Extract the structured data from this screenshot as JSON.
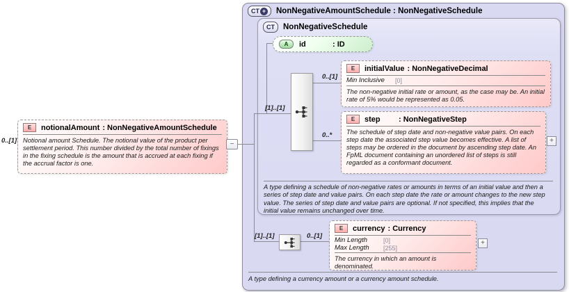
{
  "diagram": {
    "notional": {
      "cardinality": "0..[1]",
      "icon": "E",
      "name": "notionalAmount",
      "type": ": NonNegativeAmountSchedule",
      "annotation": "Notional amount Schedule. The notional value of the product per settlement period. This number divided by the total number of fixings in the fixing schedule is the amount that is accrued at each fixing if the accrual factor is one.",
      "collapse_glyph": "−"
    },
    "outer_box": {
      "icon": "CT",
      "plus_glyph": "+",
      "title": "NonNegativeAmountSchedule : NonNegativeSchedule",
      "annotation": "A type defining a currency amount or a currency amount schedule."
    },
    "inner_box": {
      "icon": "CT",
      "title": "NonNegativeSchedule",
      "annotation": "A type defining a schedule of non-negative rates or amounts in terms of an initial value and then a series of step date and value pairs. On each step date the rate or amount changes to the new step value. The series of step date and value pairs are optional. If not specified, this implies that the initial value remains unchanged over time."
    },
    "attribute_id": {
      "icon": "A",
      "name": "id",
      "type": ": ID"
    },
    "sequence_top_cardinality": "[1]..[1]",
    "sequence_bottom_cardinality": "[1]..[1]",
    "initial_value": {
      "cardinality": "0..[1]",
      "icon": "E",
      "name": "initialValue",
      "type": ": NonNegativeDecimal",
      "facets": [
        {
          "label": "Min Inclusive",
          "value": "[0]"
        }
      ],
      "annotation": "The non-negative initial rate or amount, as the case may be. An initial rate of 5% would be represented as 0.05."
    },
    "step": {
      "cardinality": "0..*",
      "icon": "E",
      "name": "step",
      "type": ": NonNegativeStep",
      "annotation": "The schedule of step date and non-negative value pairs. On each step date the associated step value becomes effective. A list of steps may be ordered in the document by ascending step date. An FpML document containing an unordered list of steps is still regarded as a conformant document.",
      "expand_glyph": "+"
    },
    "currency": {
      "cardinality": "0..[1]",
      "icon": "E",
      "name": "currency",
      "type": ": Currency",
      "facets": [
        {
          "label": "Min Length",
          "value": "[0]"
        },
        {
          "label": "Max Length",
          "value": "[255]"
        }
      ],
      "annotation": "The currency in which an amount is denominated.",
      "expand_glyph": "+"
    }
  },
  "colors": {
    "element_fill": "#ffc9c9",
    "attribute_fill": "#cdeecd",
    "complextype_fill": "#d9d9f2",
    "connector": "#8a8a92"
  }
}
